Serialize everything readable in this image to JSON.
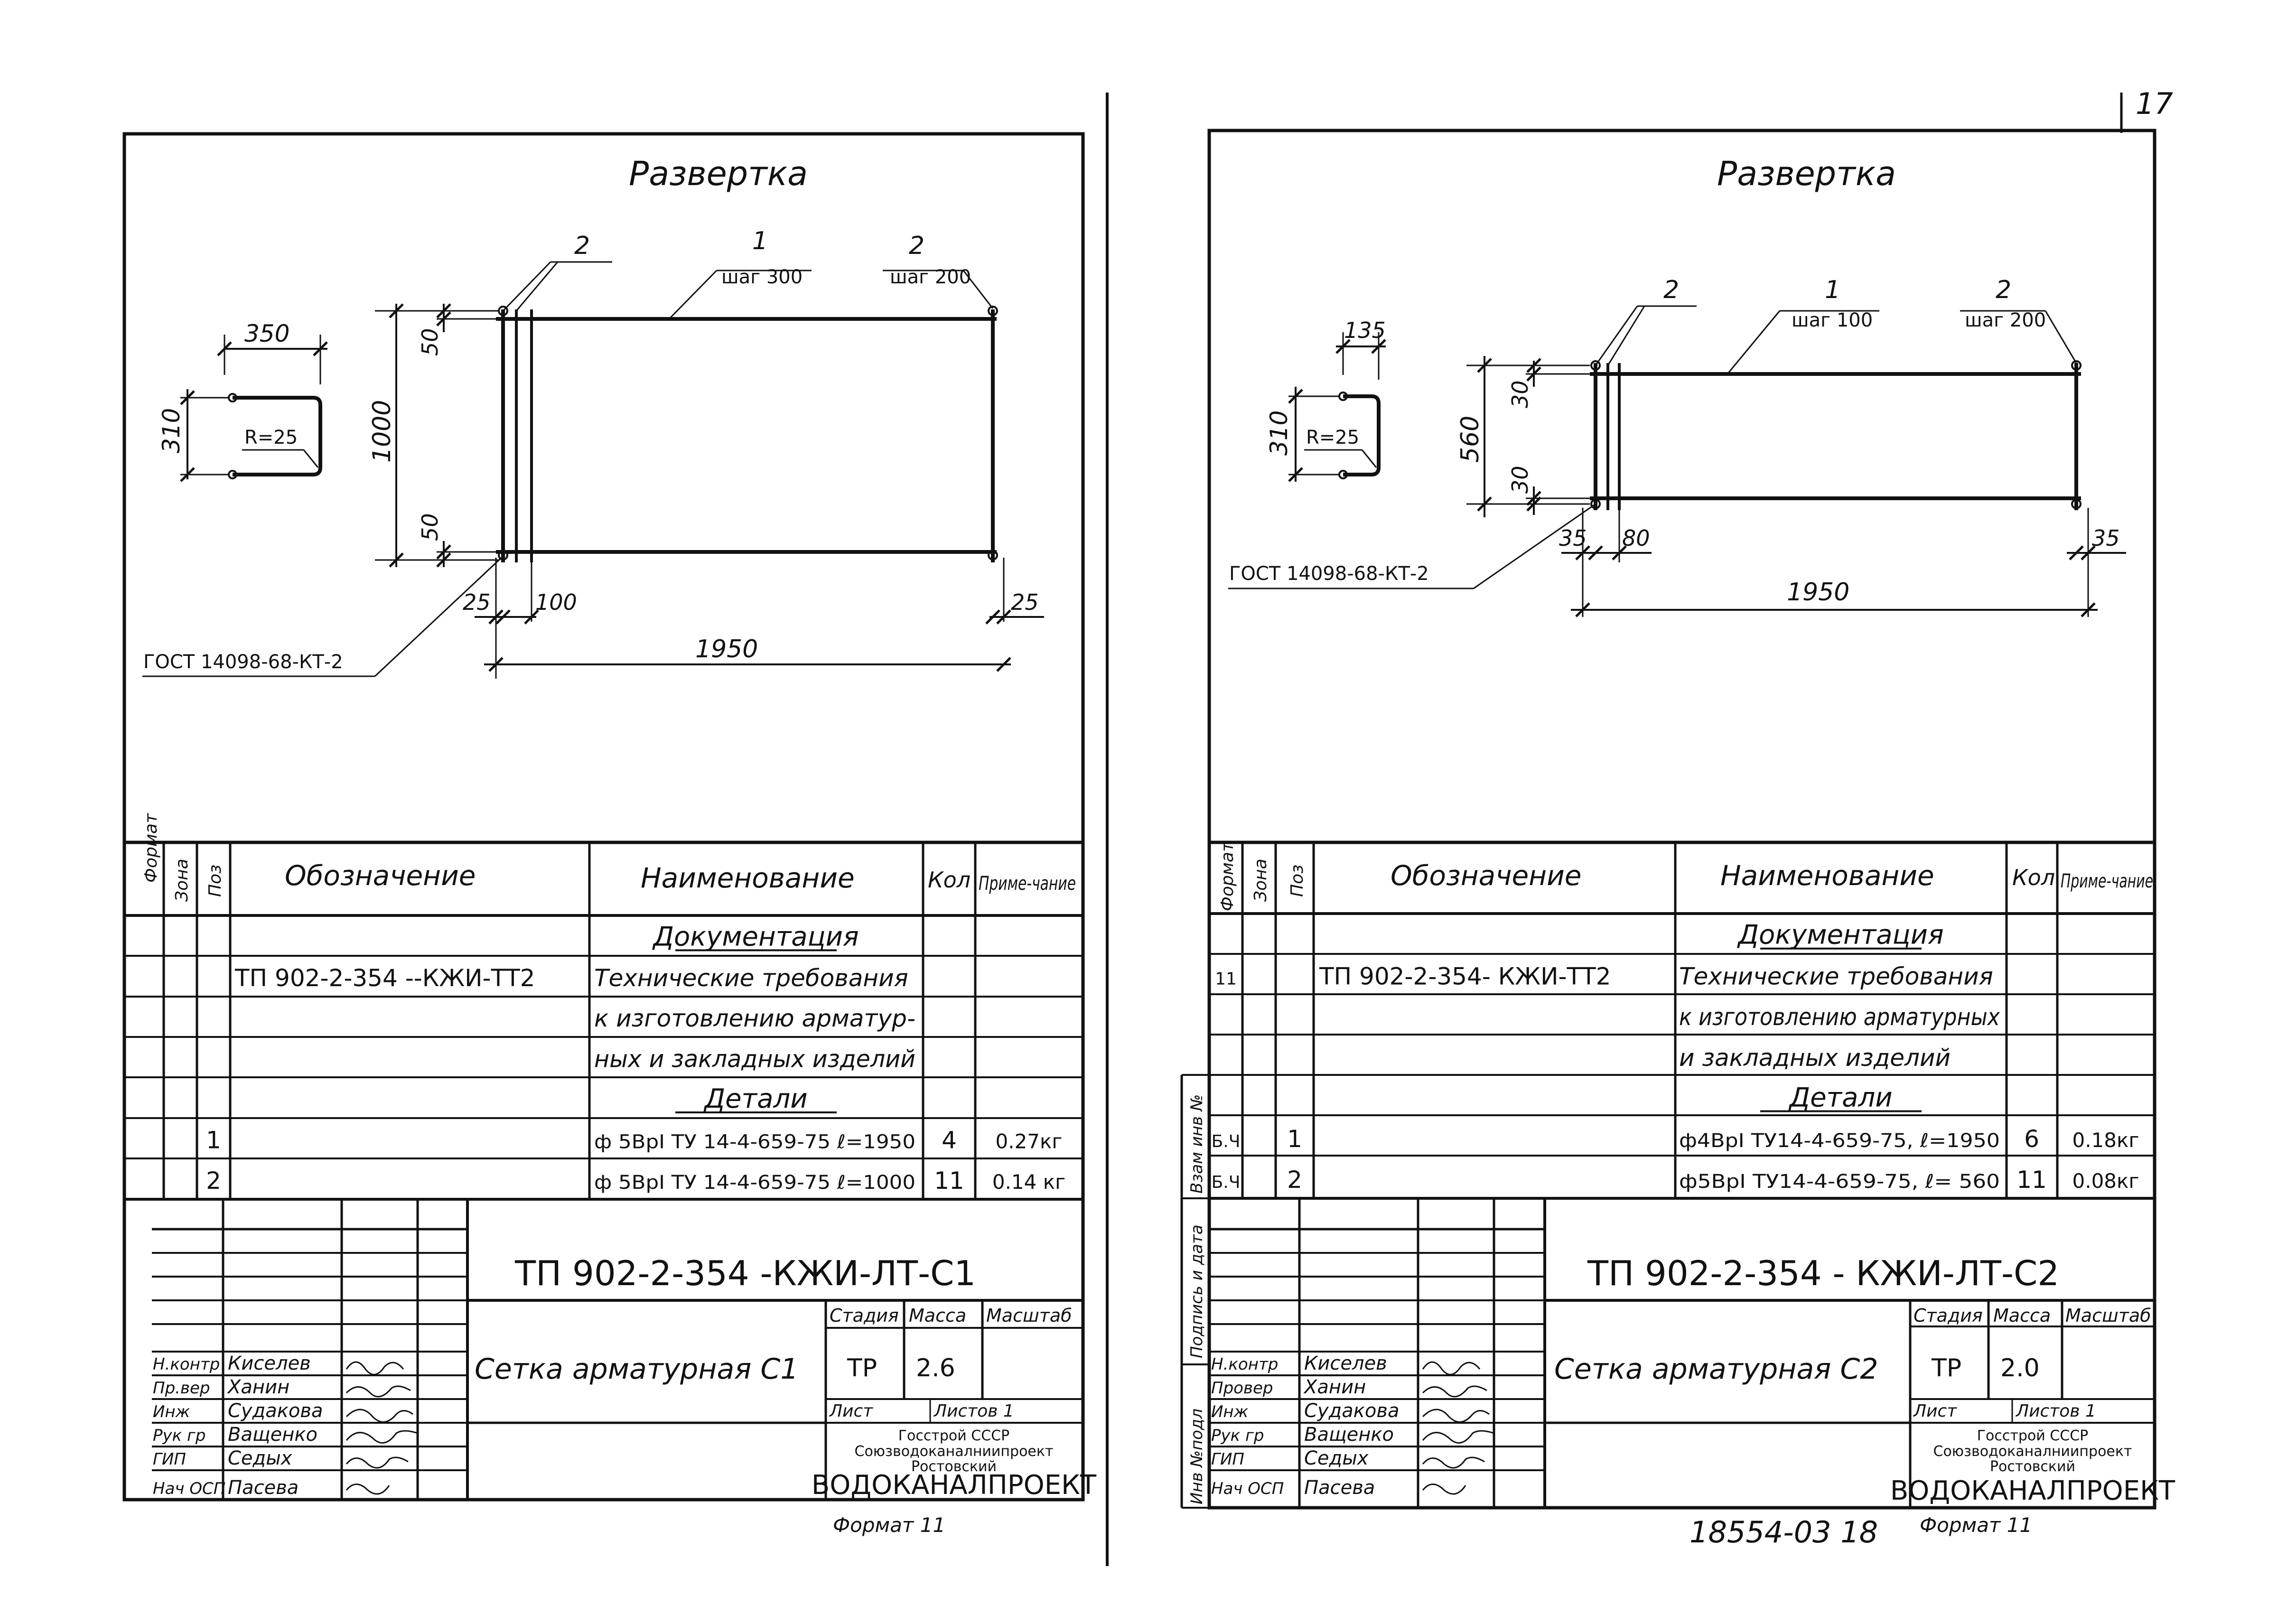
{
  "page_number": "17",
  "sheets": [
    {
      "drawing_title": "Развертка",
      "dims": {
        "hook_width": "350",
        "hook_height": "310",
        "radius": "R=25",
        "height": "1000",
        "top_offset": "50",
        "bottom_offset": "50",
        "left_offset": "25",
        "weld_spacing": "100",
        "right_offset": "25",
        "length": "1950"
      },
      "callouts": {
        "pos_left": "2",
        "pos_mid": "1",
        "pitch_mid": "шаг 300",
        "pos_right": "2",
        "pitch_right": "шаг 200",
        "gost": "ГОСТ 14098-68-КТ-2"
      },
      "spec_headers": {
        "format": "Формат",
        "zone": "Зона",
        "pos": "Поз",
        "designation": "Обозначение",
        "name": "Наименование",
        "qty": "Кол",
        "note": "Приме-чание"
      },
      "spec_rows": [
        {
          "format": "",
          "pos": "",
          "designation": "",
          "name": "Документация",
          "qty": "",
          "note": "",
          "section": true
        },
        {
          "format": "",
          "pos": "",
          "designation": "ТП 902-2-354 --КЖИ-ТТ2",
          "name": "Технические требования",
          "qty": "",
          "note": "",
          "section": false
        },
        {
          "format": "",
          "pos": "",
          "designation": "",
          "name": "к изготовлению арматур-",
          "qty": "",
          "note": "",
          "section": false
        },
        {
          "format": "",
          "pos": "",
          "designation": "",
          "name": "ных и закладных изделий",
          "qty": "",
          "note": "",
          "section": false
        },
        {
          "format": "",
          "pos": "",
          "designation": "",
          "name": "Детали",
          "qty": "",
          "note": "",
          "section": true
        },
        {
          "format": "",
          "pos": "1",
          "designation": "",
          "name": "ф 5ВрI ТУ 14-4-659-75 ℓ=1950",
          "qty": "4",
          "note": "0.27кг",
          "section": false
        },
        {
          "format": "",
          "pos": "2",
          "designation": "",
          "name": "ф 5ВрI ТУ 14-4-659-75 ℓ=1000",
          "qty": "11",
          "note": "0.14 кг",
          "section": false
        }
      ],
      "stamp": {
        "doc_code": "ТП 902-2-354 -КЖИ-ЛТ-С1",
        "item_name": "Сетка арматурная С1",
        "stage_label": "Стадия",
        "mass_label": "Масса",
        "scale_label": "Масштаб",
        "stage": "ТР",
        "mass": "2.6",
        "sheet_label": "Лист",
        "sheets_label": "Листов 1",
        "org1": "Госстрой СССР",
        "org2": "Союзводоканалниипроект",
        "org3": "Ростовский",
        "org4": "ВОДОКАНАЛПРОЕКТ",
        "roles": [
          "Н.контр",
          "Пр.вер",
          "Инж",
          "Рук гр",
          "ГИП",
          "Нач ОСП"
        ],
        "names": [
          "Киселев",
          "Ханин",
          "Судакова",
          "Ващенко",
          "Седых",
          "Пасева"
        ],
        "format_note": "Формат 11"
      }
    },
    {
      "drawing_title": "Развертка",
      "dims": {
        "hook_width": "135",
        "hook_height": "310",
        "radius": "R=25",
        "height": "560",
        "top_offset": "30",
        "bottom_offset": "30",
        "left_offset": "35",
        "weld_spacing": "80",
        "right_offset": "35",
        "length": "1950"
      },
      "callouts": {
        "pos_left": "2",
        "pos_mid": "1",
        "pitch_mid": "шаг 100",
        "pos_right": "2",
        "pitch_right": "шаг 200",
        "gost": "ГОСТ 14098-68-КТ-2"
      },
      "spec_headers": {
        "format": "Формат",
        "zone": "Зона",
        "pos": "Поз",
        "designation": "Обозначение",
        "name": "Наименование",
        "qty": "Кол",
        "note": "Приме-чание"
      },
      "spec_rows": [
        {
          "format": "",
          "pos": "",
          "designation": "",
          "name": "Документация",
          "qty": "",
          "note": "",
          "section": true
        },
        {
          "format": "11",
          "pos": "",
          "designation": "ТП 902-2-354- КЖИ-ТТ2",
          "name": "Технические требования",
          "qty": "",
          "note": "",
          "section": false
        },
        {
          "format": "",
          "pos": "",
          "designation": "",
          "name": "к изготовлению арматурных",
          "qty": "",
          "note": "",
          "section": false
        },
        {
          "format": "",
          "pos": "",
          "designation": "",
          "name": "и закладных изделий",
          "qty": "",
          "note": "",
          "section": false
        },
        {
          "format": "",
          "pos": "",
          "designation": "",
          "name": "Детали",
          "qty": "",
          "note": "",
          "section": true
        },
        {
          "format": "Б.Ч",
          "pos": "1",
          "designation": "",
          "name": "ф4ВрI ТУ14-4-659-75, ℓ=1950",
          "qty": "6",
          "note": "0.18кг",
          "section": false
        },
        {
          "format": "Б.Ч",
          "pos": "2",
          "designation": "",
          "name": "ф5ВрI ТУ14-4-659-75, ℓ= 560",
          "qty": "11",
          "note": "0.08кг",
          "section": false
        }
      ],
      "stamp": {
        "doc_code": "ТП 902-2-354 - КЖИ-ЛТ-С2",
        "item_name": "Сетка арматурная С2",
        "stage_label": "Стадия",
        "mass_label": "Масса",
        "scale_label": "Масштаб",
        "stage": "ТР",
        "mass": "2.0",
        "sheet_label": "Лист",
        "sheets_label": "Листов 1",
        "org1": "Госстрой СССР",
        "org2": "Союзводоканалниипроект",
        "org3": "Ростовский",
        "org4": "ВОДОКАНАЛПРОЕКТ",
        "roles": [
          "Н.контр",
          "Провер",
          "Инж",
          "Рук гр",
          "ГИП",
          "Нач ОСП"
        ],
        "names": [
          "Киселев",
          "Ханин",
          "Судакова",
          "Ващенко",
          "Седых",
          "Пасева"
        ],
        "format_note": "Формат 11"
      }
    }
  ],
  "margin_labels": [
    "Инв №подл",
    "Подпись и дата",
    "Взам инв №"
  ],
  "archive_number": "18554-03 18"
}
